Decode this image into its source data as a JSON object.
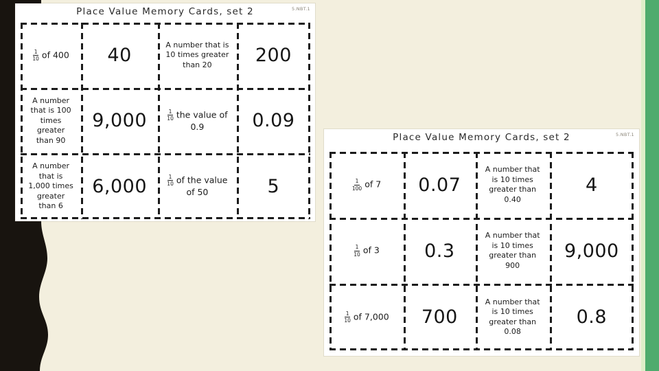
{
  "colors": {
    "background": "#f3efde",
    "black_shape": "#18140f",
    "green_bar": "#4fab6d",
    "green_bar_light": "#dfeec9",
    "sheet": "#ffffff",
    "ink": "#1b1b1b"
  },
  "sheet1": {
    "title": "Place Value Memory Cards, set 2",
    "standard": "5.NBT.1",
    "cells": [
      {
        "num": "1",
        "den": "10",
        "text": "of 400"
      },
      {
        "value": "40"
      },
      {
        "text": "A number that is 10 times greater than 20"
      },
      {
        "value": "200"
      },
      {
        "text": "A number that is 100 times greater than 90"
      },
      {
        "value": "9,000"
      },
      {
        "num": "1",
        "den": "10",
        "text": "the value of 0.9"
      },
      {
        "value": "0.09"
      },
      {
        "text": "A number that is 1,000 times greater than 6"
      },
      {
        "value": "6,000"
      },
      {
        "num": "1",
        "den": "10",
        "text": "of the value of 50"
      },
      {
        "value": "5"
      }
    ]
  },
  "sheet2": {
    "title": "Place Value Memory Cards, set 2",
    "standard": "5.NBT.1",
    "cells": [
      {
        "num": "1",
        "den": "100",
        "text": "of 7"
      },
      {
        "value": "0.07"
      },
      {
        "text": "A number that is 10 times greater than 0.40"
      },
      {
        "value": "4"
      },
      {
        "num": "1",
        "den": "10",
        "text": "of 3"
      },
      {
        "value": "0.3"
      },
      {
        "text": "A number that is 10 times greater than 900"
      },
      {
        "value": "9,000"
      },
      {
        "num": "1",
        "den": "10",
        "text": "of 7,000"
      },
      {
        "value": "700"
      },
      {
        "text": "A number that is 10 times greater than 0.08"
      },
      {
        "value": "0.8"
      }
    ]
  }
}
